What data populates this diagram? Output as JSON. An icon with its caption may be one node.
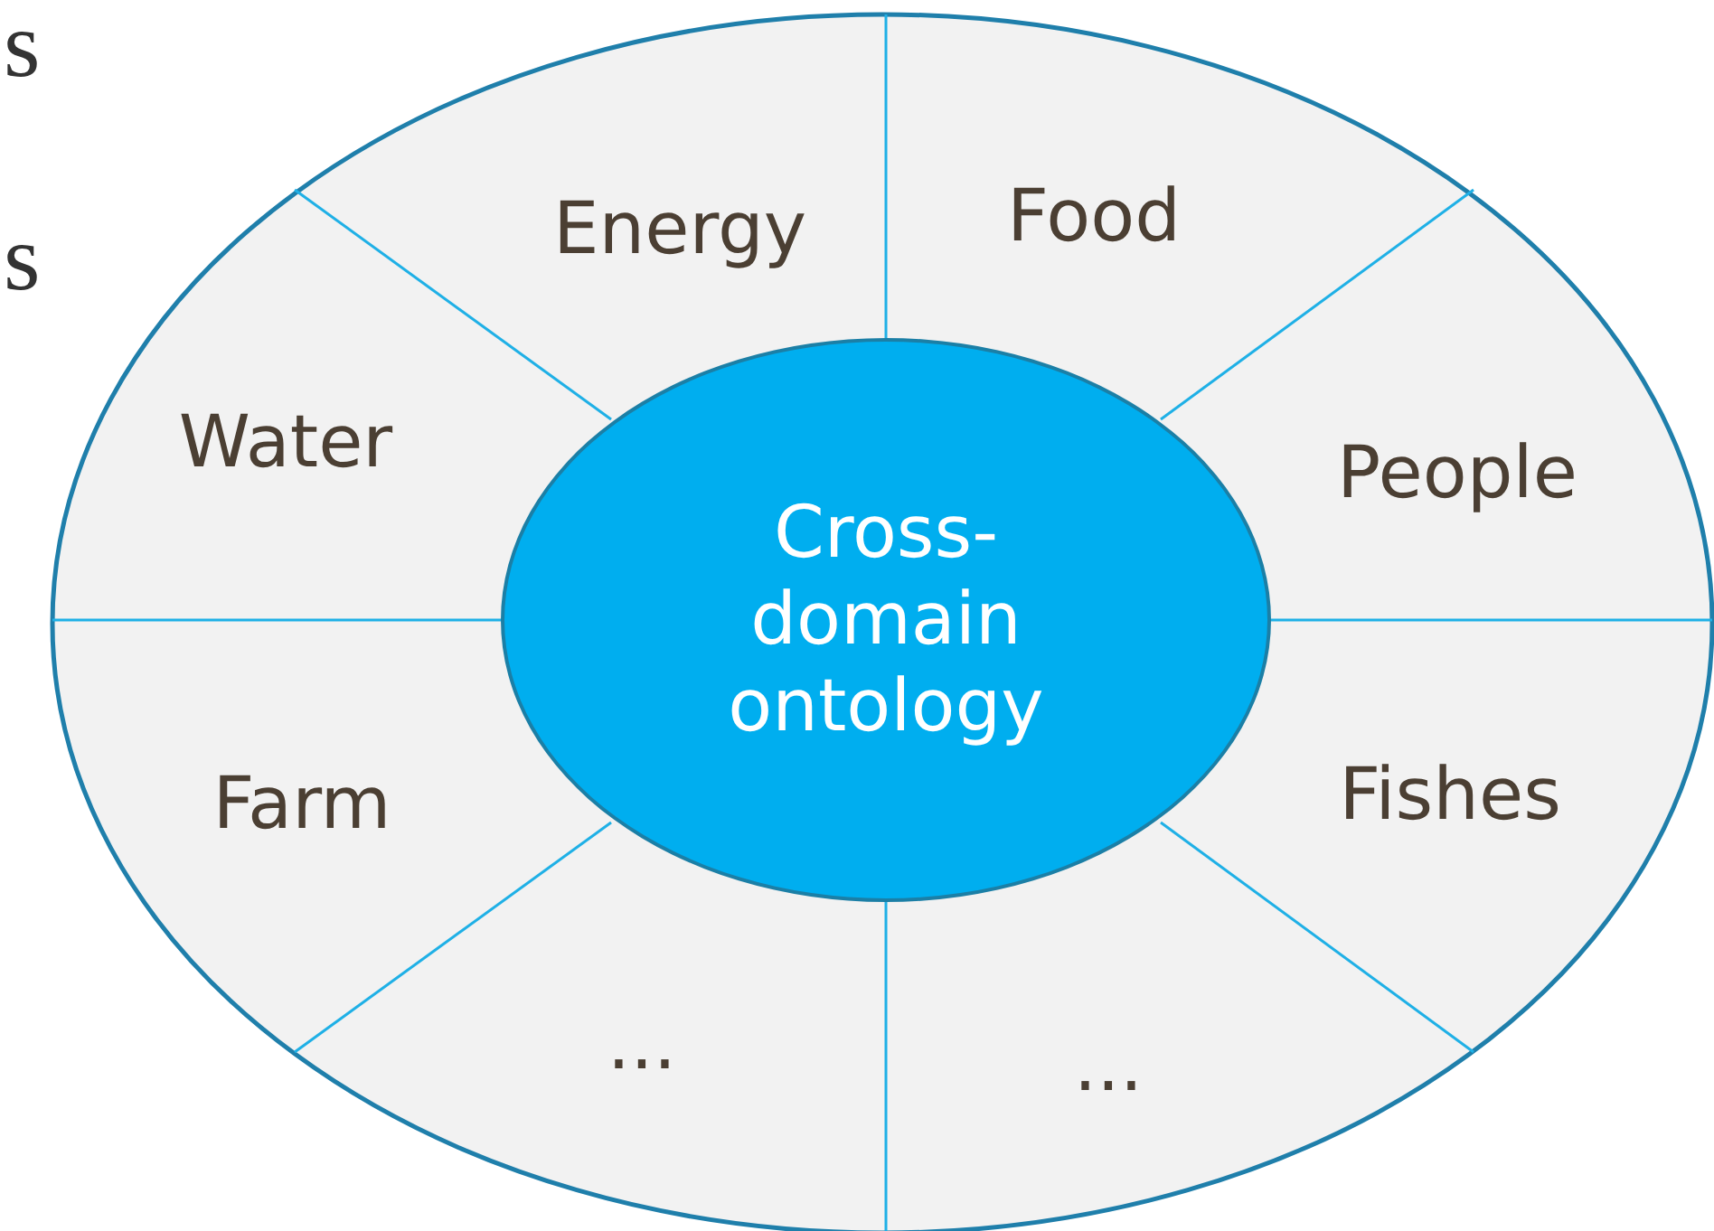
{
  "diagram": {
    "nodes": [
      {
        "text": [
          "Energy"
        ]
      },
      {
        "text": [
          "Food"
        ]
      },
      {
        "text": [
          "Water"
        ]
      },
      {
        "text": [
          "People"
        ]
      },
      {
        "text": [
          "Cross-domain ontology"
        ]
      },
      {
        "text": [
          "Farm"
        ]
      },
      {
        "text": [
          "Fishes"
        ]
      },
      {
        "text": [
          "..."
        ]
      },
      {
        "text": [
          "..."
        ]
      }
    ],
    "labels": [
      "s",
      "s"
    ]
  }
}
